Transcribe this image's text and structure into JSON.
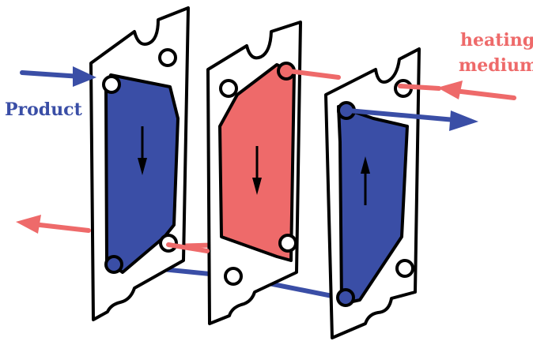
{
  "labels": {
    "product": "Product",
    "heating_line1": "heating",
    "heating_line2": "medium"
  },
  "colors": {
    "product": "#3a4ea6",
    "heating": "#ee6a6a",
    "outline": "#000000",
    "plate": "#ffffff"
  },
  "plates": [
    {
      "medium": "product",
      "flow": "down"
    },
    {
      "medium": "heating",
      "flow": "down"
    },
    {
      "medium": "product",
      "flow": "up"
    }
  ]
}
